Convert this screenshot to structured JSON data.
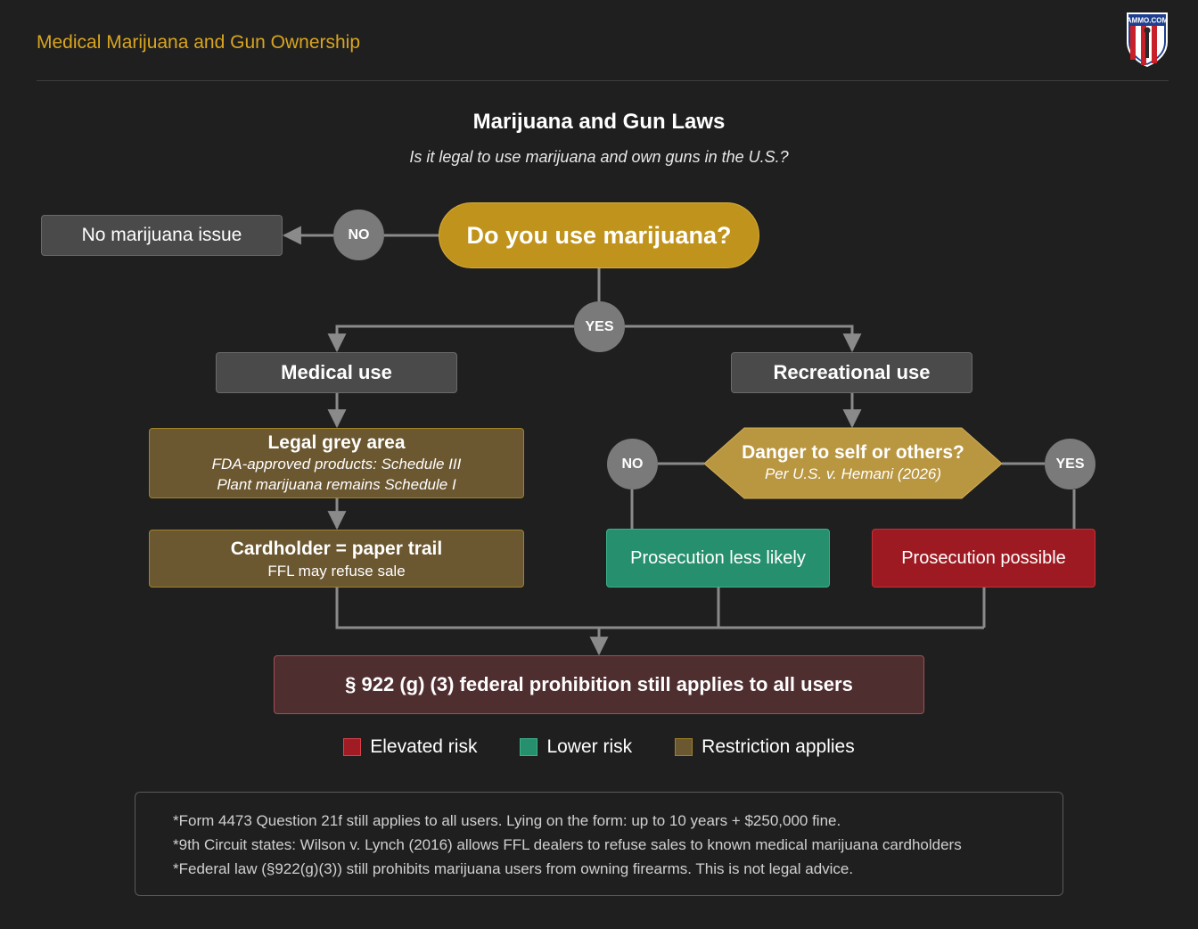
{
  "header": {
    "title": "Medical Marijuana and Gun Ownership",
    "logo_text": "AMMO.COM"
  },
  "diagram": {
    "title": "Marijuana and Gun Laws",
    "subtitle": "Is it legal to use marijuana and own guns in the U.S.?",
    "question": "Do you use marijuana?",
    "no_label": "NO",
    "yes_label": "YES",
    "no_issue": "No marijuana issue",
    "medical": "Medical use",
    "recreational": "Recreational use",
    "grey_area": {
      "title": "Legal grey area",
      "line1": "FDA-approved products: Schedule III",
      "line2": "Plant marijuana remains Schedule I"
    },
    "cardholder": {
      "title": "Cardholder = paper trail",
      "line1": "FFL may refuse sale"
    },
    "danger": {
      "title": "Danger to self or others?",
      "line1": "Per U.S. v. Hemani (2026)"
    },
    "danger_no": "NO",
    "danger_yes": "YES",
    "lower": "Prosecution less likely",
    "elevated": "Prosecution possible",
    "federal": "§ 922 (g) (3) federal prohibition still applies to all users"
  },
  "legend": [
    {
      "label": "Elevated risk",
      "color": "#a11b25",
      "border": "#d9424b"
    },
    {
      "label": "Lower risk",
      "color": "#26906e",
      "border": "#3db08a"
    },
    {
      "label": "Restriction applies",
      "color": "#6b5730",
      "border": "#a08328"
    }
  ],
  "notes": [
    "*Form 4473 Question 21f still applies to all users. Lying on the form: up to 10 years + $250,000 fine.",
    "*9th Circuit states: Wilson v. Lynch (2016) allows FFL dealers to refuse sales to known medical marijuana cardholders",
    "*Federal law (§922(g)(3)) still prohibits marijuana users from owning firearms. This is not legal advice."
  ],
  "colors": {
    "background": "#1f1f1f",
    "accent_gold": "#c0941c",
    "header_gold": "#d9a520",
    "connector": "#8a8a8a"
  }
}
